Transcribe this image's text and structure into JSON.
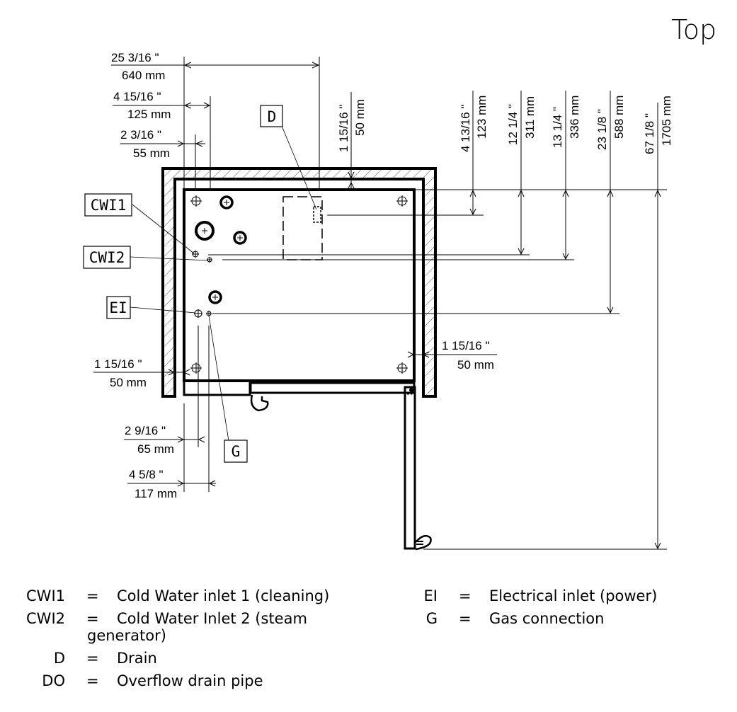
{
  "view_title": "Top",
  "horizontal_dims": [
    {
      "id": "width-overall",
      "inch": "25 3/16 \"",
      "mm": "640 mm"
    },
    {
      "id": "cwi-offset-1",
      "inch": "4 15/16 \"",
      "mm": "125 mm"
    },
    {
      "id": "cwi-offset-2",
      "inch": "2 3/16 \"",
      "mm": "55 mm"
    },
    {
      "id": "left-wall-gap",
      "inch": "1 15/16 \"",
      "mm": "50 mm"
    },
    {
      "id": "right-wall-gap",
      "inch": "1 15/16 \"",
      "mm": "50 mm"
    },
    {
      "id": "ei-offset",
      "inch": "2 9/16 \"",
      "mm": "65 mm"
    },
    {
      "id": "g-offset",
      "inch": "4 5/8 \"",
      "mm": "117 mm"
    }
  ],
  "vertical_dims": [
    {
      "id": "top-wall-gap",
      "inch": "1 15/16 \"",
      "mm": "50 mm"
    },
    {
      "id": "drain-offset",
      "inch": "4 13/16 \"",
      "mm": "123 mm"
    },
    {
      "id": "cwi1-offset",
      "inch": "12 1/4 \"",
      "mm": "311 mm"
    },
    {
      "id": "cwi2-offset",
      "inch": "13 1/4 \"",
      "mm": "336 mm"
    },
    {
      "id": "ei-g-offset",
      "inch": "23 1/8 \"",
      "mm": "588 mm"
    },
    {
      "id": "door-open-depth",
      "inch": "67 1/8 \"",
      "mm": "1705 mm"
    }
  ],
  "callouts": {
    "d": "D",
    "cwi1": "CWI1",
    "cwi2": "CWI2",
    "ei": "EI",
    "g": "G"
  },
  "legend": [
    {
      "code": "CWI1",
      "eq": "=",
      "desc": "Cold Water inlet 1 (cleaning)"
    },
    {
      "code": "CWI2",
      "eq": "=",
      "desc": "Cold Water Inlet 2 (steam",
      "desc2": "generator)"
    },
    {
      "code": "D",
      "eq": "=",
      "desc": "Drain"
    },
    {
      "code": "DO",
      "eq": "=",
      "desc": "Overflow drain pipe"
    },
    {
      "code": "EI",
      "eq": "=",
      "desc": "Electrical inlet (power)"
    },
    {
      "code": "G",
      "eq": "=",
      "desc": "Gas connection"
    }
  ]
}
